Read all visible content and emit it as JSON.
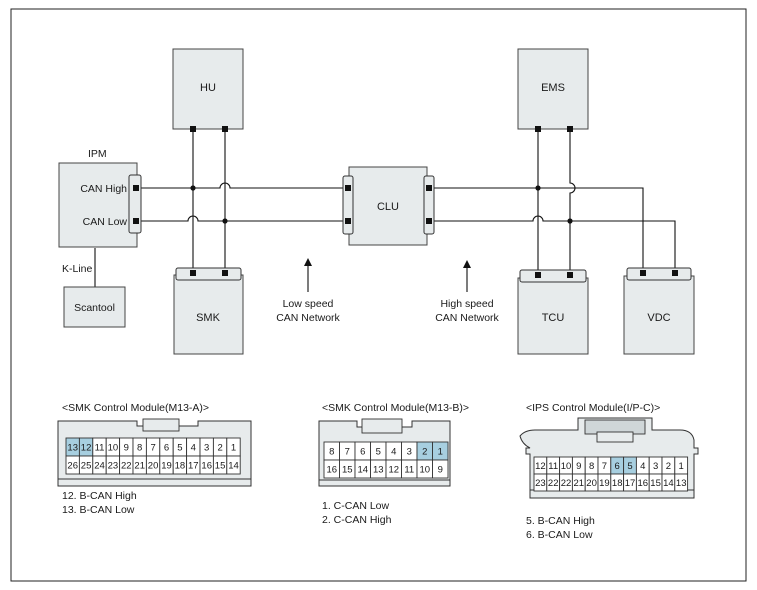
{
  "modules": {
    "hu": "HU",
    "ems": "EMS",
    "ipm": "IPM",
    "can_high": "CAN High",
    "can_low": "CAN Low",
    "clu": "CLU",
    "kline": "K-Line",
    "scantool": "Scantool",
    "smk": "SMK",
    "tcu": "TCU",
    "vdc": "VDC"
  },
  "networks": {
    "low_speed_1": "Low speed",
    "low_speed_2": "CAN Network",
    "high_speed_1": "High speed",
    "high_speed_2": "CAN Network"
  },
  "connectors": {
    "m13a": {
      "title": "<SMK Control Module(M13-A)>",
      "top_row": [
        "13",
        "12",
        "11",
        "10",
        "9",
        "8",
        "7",
        "6",
        "5",
        "4",
        "3",
        "2",
        "1"
      ],
      "bottom_row": [
        "26",
        "25",
        "24",
        "23",
        "22",
        "21",
        "20",
        "19",
        "18",
        "17",
        "16",
        "15",
        "14"
      ],
      "highlighted": [
        "13",
        "12"
      ],
      "notes": [
        "12. B-CAN High",
        "13. B-CAN Low"
      ]
    },
    "m13b": {
      "title": "<SMK Control Module(M13-B)>",
      "top_row": [
        "8",
        "7",
        "6",
        "5",
        "4",
        "3",
        "2",
        "1"
      ],
      "bottom_row": [
        "16",
        "15",
        "14",
        "13",
        "12",
        "11",
        "10",
        "9"
      ],
      "highlighted": [
        "2",
        "1"
      ],
      "notes": [
        "1. C-CAN Low",
        "2. C-CAN High"
      ]
    },
    "ipc": {
      "title": "<IPS Control Module(I/P-C)>",
      "top_row": [
        "12",
        "11",
        "10",
        "9",
        "8",
        "7",
        "6",
        "5",
        "4",
        "3",
        "2",
        "1"
      ],
      "bottom_row": [
        "23",
        "22",
        "22",
        "21",
        "20",
        "19",
        "18",
        "17",
        "16",
        "15",
        "14",
        "13"
      ],
      "highlighted": [
        "6",
        "5"
      ],
      "notes": [
        "5. B-CAN High",
        "6. B-CAN Low"
      ]
    }
  }
}
